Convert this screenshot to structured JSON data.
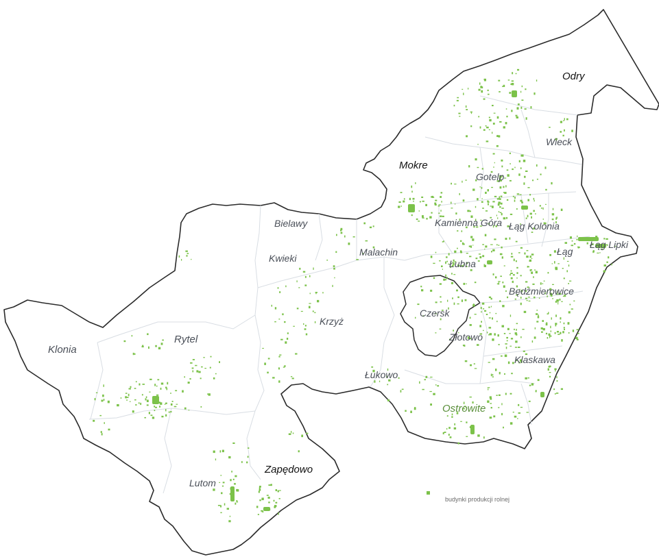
{
  "map": {
    "colors": {
      "boundary": "#2a2a2a",
      "subdivision": "#d8dde3",
      "building": "#7cc24a",
      "background": "#ffffff"
    },
    "places": [
      {
        "id": "odry",
        "name": "Odry"
      },
      {
        "id": "wieck",
        "name": "Wieck"
      },
      {
        "id": "mokre",
        "name": "Mokre"
      },
      {
        "id": "gotelp",
        "name": "Gotelp"
      },
      {
        "id": "bielawy",
        "name": "Bielawy"
      },
      {
        "id": "kamienna-gora",
        "name": "Kamienna Góra"
      },
      {
        "id": "lag-kolonia",
        "name": "Łąg Kolonia"
      },
      {
        "id": "lag-lipki",
        "name": "Łąg Lipki"
      },
      {
        "id": "lag",
        "name": "Łąg"
      },
      {
        "id": "kwieki",
        "name": "Kwieki"
      },
      {
        "id": "malachin",
        "name": "Malachin"
      },
      {
        "id": "lubna",
        "name": "Łubna"
      },
      {
        "id": "bedzmierowice",
        "name": "Będźmierowice"
      },
      {
        "id": "czersk",
        "name": "Czersk"
      },
      {
        "id": "krzyz",
        "name": "Krzyż"
      },
      {
        "id": "zlotowo",
        "name": "Złotowo"
      },
      {
        "id": "klonia",
        "name": "Klonia"
      },
      {
        "id": "rytel",
        "name": "Rytel"
      },
      {
        "id": "klaskawa",
        "name": "Klaskawa"
      },
      {
        "id": "lukowo",
        "name": "Łukowo"
      },
      {
        "id": "ostrowite",
        "name": "Ostrowite"
      },
      {
        "id": "zapedowo",
        "name": "Zapędowo"
      },
      {
        "id": "lutom",
        "name": "Lutom"
      }
    ],
    "legend": {
      "items": [
        {
          "label": "budynki produkcji rolnej",
          "color": "#7cc24a"
        }
      ]
    }
  }
}
